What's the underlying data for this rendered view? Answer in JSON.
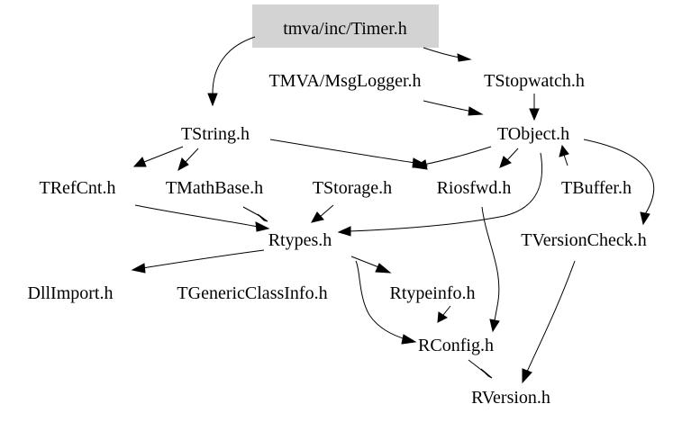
{
  "graph": {
    "root_fill": "#d3d3d3",
    "edge_color": "#000000",
    "nodes": {
      "timer": "tmva/inc/Timer.h",
      "msglogger": "TMVA/MsgLogger.h",
      "tstopwatch": "TStopwatch.h",
      "tstring": "TString.h",
      "tobject": "TObject.h",
      "trefcnt": "TRefCnt.h",
      "tmathbase": "TMathBase.h",
      "tstorage": "TStorage.h",
      "riosfwd": "Riosfwd.h",
      "tbuffer": "TBuffer.h",
      "rtypes": "Rtypes.h",
      "tversioncheck": "TVersionCheck.h",
      "dllimport": "DllImport.h",
      "tgenericclassinfo": "TGenericClassInfo.h",
      "rtypeinfo": "Rtypeinfo.h",
      "rconfig": "RConfig.h",
      "rversion": "RVersion.h"
    }
  }
}
